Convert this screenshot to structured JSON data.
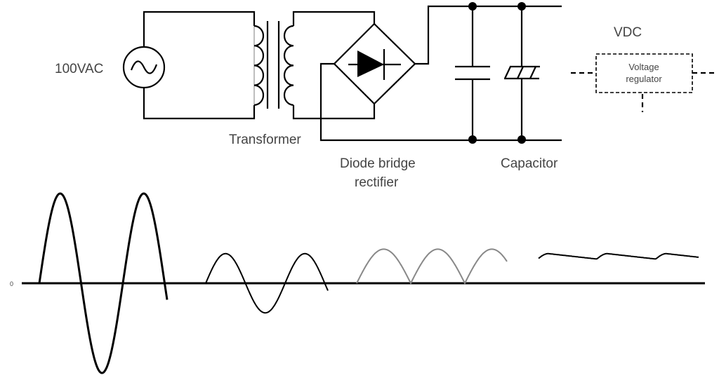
{
  "diagram": {
    "title": "AC to DC power supply",
    "labels": {
      "source": "100VAC",
      "transformer": "Transformer",
      "rectifier_line1": "Diode bridge",
      "rectifier_line2": "rectifier",
      "capacitor": "Capacitor",
      "output": "VDC",
      "regulator_line1": "Voltage",
      "regulator_line2": "regulator"
    },
    "components": [
      {
        "id": "ac-source",
        "type": "ac-voltage-source",
        "label": "100VAC"
      },
      {
        "id": "transformer",
        "type": "transformer",
        "label": "Transformer"
      },
      {
        "id": "bridge",
        "type": "diode-bridge-rectifier",
        "label": "Diode bridge rectifier"
      },
      {
        "id": "cap1",
        "type": "capacitor",
        "label": "Capacitor"
      },
      {
        "id": "cap2",
        "type": "electrolytic-capacitor",
        "label": "Capacitor"
      },
      {
        "id": "regulator",
        "type": "voltage-regulator",
        "label": "Voltage regulator",
        "optional": true
      }
    ],
    "waveforms": {
      "zero_label": "0",
      "stages": [
        {
          "id": "ac-input",
          "kind": "sine",
          "amplitude": 1.0,
          "cycles": 1.6,
          "color": "#000000"
        },
        {
          "id": "transformer-output",
          "kind": "sine",
          "amplitude": 0.33,
          "cycles": 1.6,
          "color": "#000000"
        },
        {
          "id": "rectified",
          "kind": "full-wave-rectified",
          "amplitude": 0.38,
          "humps": 3,
          "color": "#888888"
        },
        {
          "id": "filtered-dc",
          "kind": "ripple-dc",
          "level": 0.3,
          "ripple": 0.03,
          "color": "#000000"
        }
      ]
    }
  }
}
